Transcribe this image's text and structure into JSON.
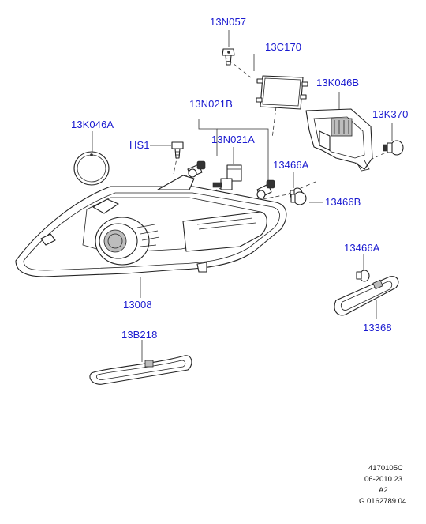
{
  "labels": {
    "p13N057": "13N057",
    "p13C170": "13C170",
    "p13K046B": "13K046B",
    "p13N021B": "13N021B",
    "p13K370": "13K370",
    "p13K046A": "13K046A",
    "pHS1": "HS1",
    "p13N021A": "13N021A",
    "p13466A_top": "13466A",
    "p13466B": "13466B",
    "p13466A_side": "13466A",
    "p13008": "13008",
    "p13368": "13368",
    "p13B218": "13B218"
  },
  "footer": {
    "line1": "4170105C",
    "line2": "06-2010 23",
    "line3": "A2",
    "line4": "G 0162789 04"
  },
  "colors": {
    "callout": "#1a1ad0",
    "line": "#222222"
  }
}
